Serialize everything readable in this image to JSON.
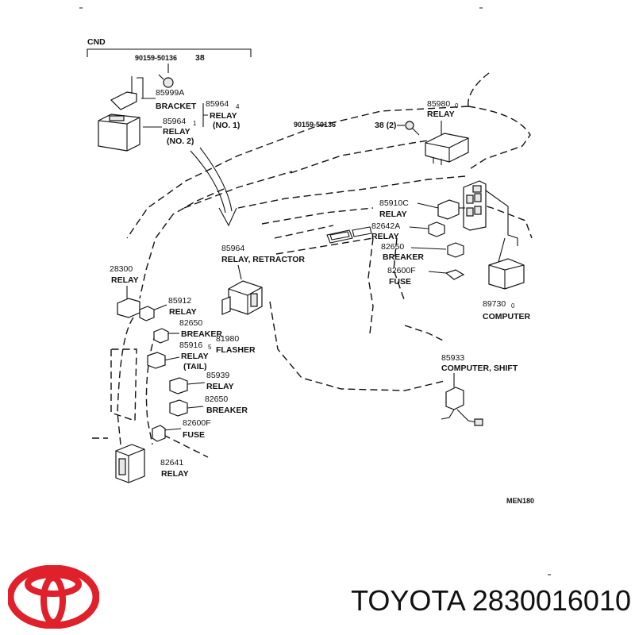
{
  "diagram": {
    "section_code": "CND",
    "figure_code": "MEN180",
    "parts": {
      "bolt_top": {
        "code": "90159-50136",
        "qty": "38"
      },
      "bolt_right": {
        "code": "90159-50136",
        "qty": "38 (2)"
      },
      "p85999A": {
        "number": "85999A",
        "name": "BRACKET"
      },
      "p85964_4": {
        "number": "85964",
        "sub": "4",
        "name1": "RELAY",
        "name2": "(NO. 1)"
      },
      "p85964_1": {
        "number": "85964",
        "sub": "1",
        "name1": "RELAY",
        "name2": "(NO. 2)"
      },
      "p85980": {
        "number": "85980",
        "sub": "0",
        "name": "RELAY"
      },
      "p85910C": {
        "number": "85910C",
        "name": "RELAY"
      },
      "p82642A": {
        "number": "82642A",
        "name": "RELAY"
      },
      "p82650_r": {
        "number": "82650",
        "name": "BREAKER"
      },
      "p82600F_r": {
        "number": "82600F",
        "name": "FUSE"
      },
      "p89730": {
        "number": "89730",
        "sub": "0",
        "name": "COMPUTER"
      },
      "p85964_ret": {
        "number": "85964",
        "name": "RELAY, RETRACTOR"
      },
      "p28300": {
        "number": "28300",
        "name": "RELAY"
      },
      "p85912": {
        "number": "85912",
        "name": "RELAY"
      },
      "p82650_l1": {
        "number": "82650",
        "name": "BREAKER"
      },
      "p85916": {
        "number": "85916",
        "sub": "5",
        "name1": "RELAY",
        "name2": "(TAIL)"
      },
      "p81980": {
        "number": "81980",
        "name": "FLASHER"
      },
      "p85939": {
        "number": "85939",
        "name": "RELAY"
      },
      "p82650_l2": {
        "number": "82650",
        "name": "BREAKER"
      },
      "p82600F_l": {
        "number": "82600F",
        "name": "FUSE"
      },
      "p82641": {
        "number": "82641",
        "name": "RELAY"
      },
      "p85933": {
        "number": "85933",
        "name": "COMPUTER, SHIFT"
      }
    }
  },
  "footer": {
    "brand_logo_text": "TOYOTA",
    "label": "TOYOTA 2830016010"
  },
  "colors": {
    "logo_red": "#e0202a",
    "ink": "#111111"
  }
}
